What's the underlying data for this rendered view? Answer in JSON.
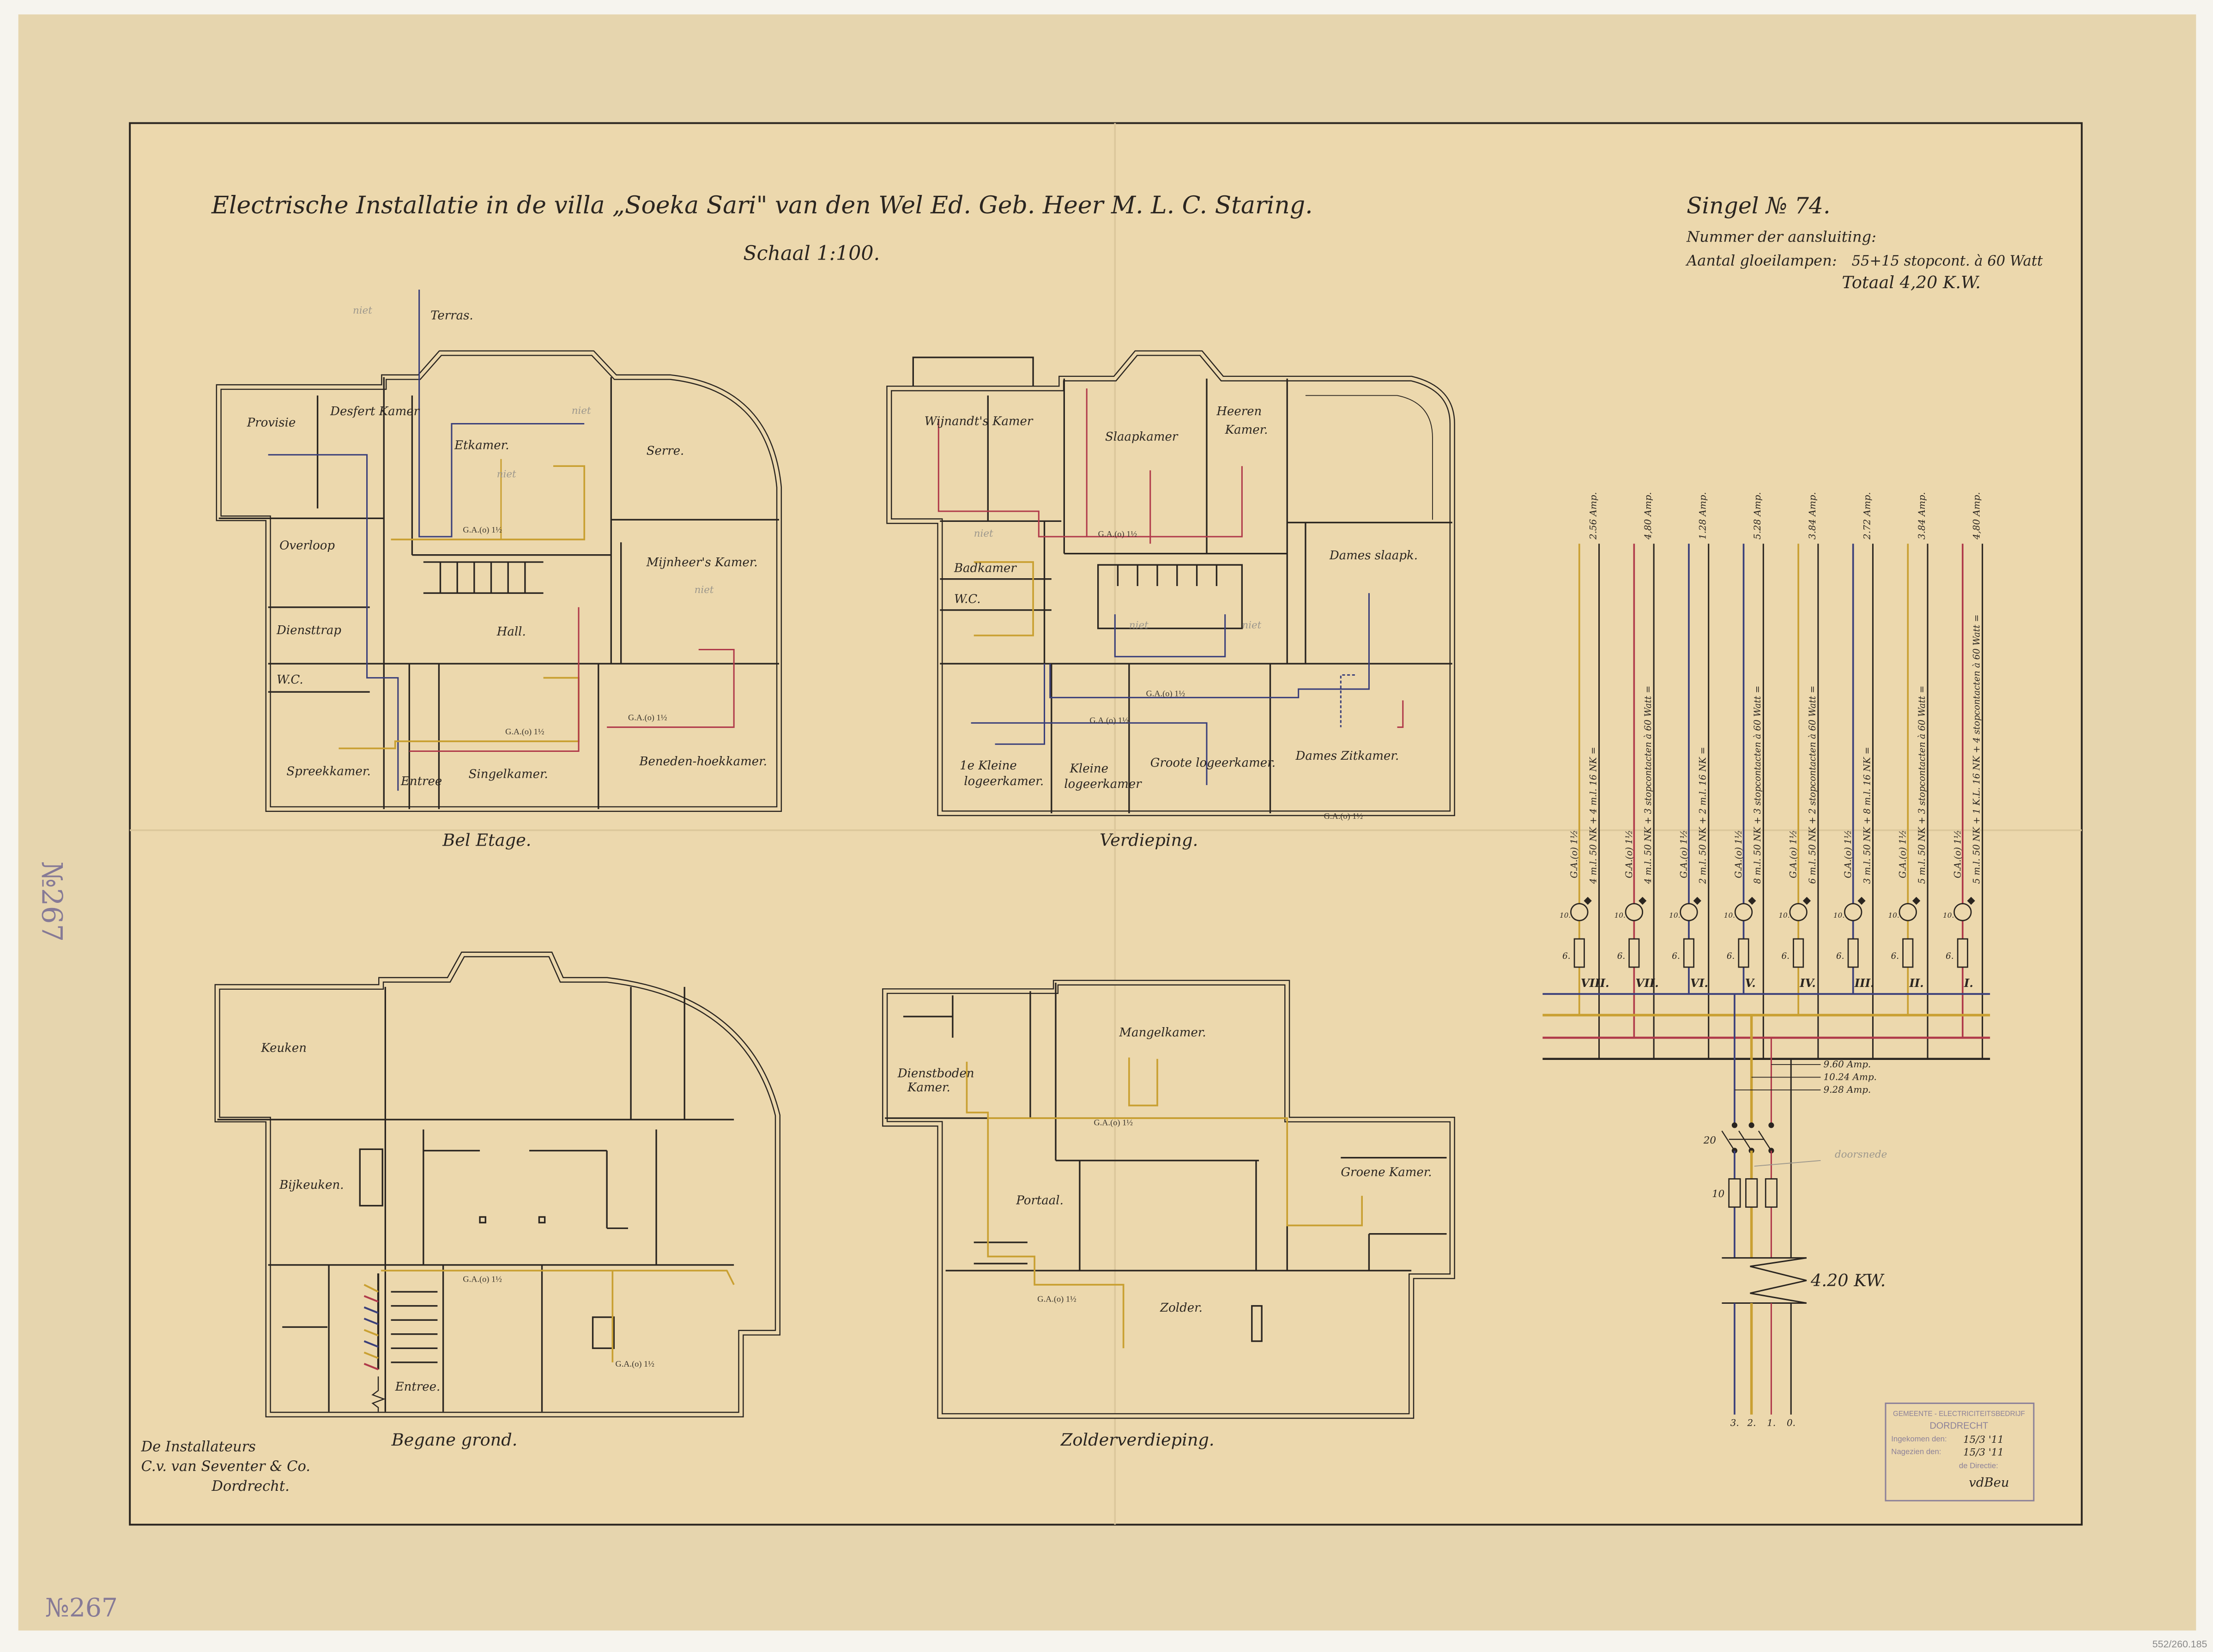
{
  "title": {
    "main": "Electrische Installatie in de villa „Soeka Sari\" van den Wel Ed. Geb. Heer M. L. C. Staring.",
    "scale": "Schaal 1:100."
  },
  "header": {
    "address": "Singel № 74.",
    "connection_label": "Nummer der aansluiting:",
    "lamps_label": "Aantal gloeilampen:",
    "lamps_value": "55+15 stopcont. à 60 Watt",
    "total": "Totaal 4,20 K.W."
  },
  "cable_label": "G.A.(o) 1½",
  "pencil_note": "niet",
  "plans": {
    "bel_etage": {
      "title": "Bel Etage.",
      "rooms": [
        "Terras.",
        "Provisie",
        "Desfert Kamer",
        "Etkamer.",
        "Serre.",
        "Overloop",
        "Mijnheer's Kamer.",
        "Diensttrap",
        "Hall.",
        "W.C.",
        "Spreekkamer.",
        "Entree",
        "Singelkamer.",
        "Beneden-hoekkamer."
      ]
    },
    "verdieping": {
      "title": "Verdieping.",
      "rooms": [
        "Wijnandt's Kamer",
        "Slaapkamer",
        "Heeren",
        "Kamer.",
        "Dames slaapk.",
        "Badkamer",
        "W.C.",
        "1e Kleine",
        "logeerkamer.",
        "Kleine",
        "logeerkamer",
        "Groote logeerkamer.",
        "Dames Zitkamer."
      ]
    },
    "begane_grond": {
      "title": "Begane grond.",
      "rooms": [
        "Keuken",
        "Bijkeuken.",
        "Entree."
      ]
    },
    "zolderverdieping": {
      "title": "Zolderverdieping.",
      "rooms": [
        "Dienstboden",
        "Kamer.",
        "Mangelkamer.",
        "Portaal.",
        "Groene Kamer.",
        "Zolder."
      ]
    }
  },
  "circuits": [
    {
      "numeral": "VIII.",
      "amps": "2.56 Amp.",
      "cable": "G.A.(o) 1½",
      "load": "4 m.l. 50 NK + 4 m.l. 16 NK =",
      "color": "#c9a032"
    },
    {
      "numeral": "VII.",
      "amps": "4,80 Amp.",
      "cable": "G.A.(o) 1½",
      "load": "4 m.l. 50 NK + 3 stopcontacten à 60 Watt =",
      "color": "#b03a4a"
    },
    {
      "numeral": "VI.",
      "amps": "1.28 Amp.",
      "cable": "G.A.(o) 1½",
      "load": "2 m.l. 50 NK + 2 m.l. 16 NK =",
      "color": "#3a3f7a"
    },
    {
      "numeral": "V.",
      "amps": "5.28 Amp.",
      "cable": "G.A.(o) 1½",
      "load": "8 m.l. 50 NK + 3 stopcontacten à 60 Watt =",
      "color": "#3a3f7a"
    },
    {
      "numeral": "IV.",
      "amps": "3.84 Amp.",
      "cable": "G.A.(o) 1½",
      "load": "6 m.l. 50 NK + 2 stopcontacten à 60 Watt =",
      "color": "#c9a032"
    },
    {
      "numeral": "III.",
      "amps": "2.72 Amp.",
      "cable": "G.A.(o) 1½",
      "load": "3 m.l. 50 NK + 8 m.l. 16 NK =",
      "color": "#3a3f7a"
    },
    {
      "numeral": "II.",
      "amps": "3.84 Amp.",
      "cable": "G.A.(o) 1½",
      "load": "5 m.l. 50 NK + 3 stopcontacten à 60 Watt =",
      "color": "#c9a032"
    },
    {
      "numeral": "I.",
      "amps": "4,80 Amp.",
      "cable": "G.A.(o) 1½",
      "load": "5 m.l. 50 NK + 1 K.L. 16 NK + 4 stopcontacten à 60 Watt =",
      "color": "#b03a4a"
    }
  ],
  "circuit_ratings": {
    "switch": "10.",
    "fuse": "6."
  },
  "main": {
    "currents": [
      "9.60 Amp.",
      "10.24 Amp.",
      "9.28 Amp."
    ],
    "switch_rating": "20",
    "fuse_rating": "10",
    "meter": "4.20 KW.",
    "note": "doorsnede",
    "phases": [
      "3.",
      "2.",
      "1.",
      "0."
    ]
  },
  "colors": {
    "yellow": "#c9a032",
    "red": "#b03a4a",
    "blue": "#3a3f7a",
    "ink": "#2a2520"
  },
  "installers": [
    "De Installateurs",
    "C.v. van Seventer & Co.",
    "Dordrecht."
  ],
  "stamp": {
    "org": "GEMEENTE - ELECTRICITEITSBEDRIJF",
    "city": "DORDRECHT",
    "received_label": "Ingekomen den:",
    "received_value": "15/3 '11",
    "checked_label": "Nagezien den:",
    "checked_value": "15/3 '11",
    "directie_label": "de Directie:",
    "signature": "vdBeu"
  },
  "archive": {
    "number_side": "№267",
    "number_bottom": "№267",
    "catalog": "552/260.185"
  }
}
